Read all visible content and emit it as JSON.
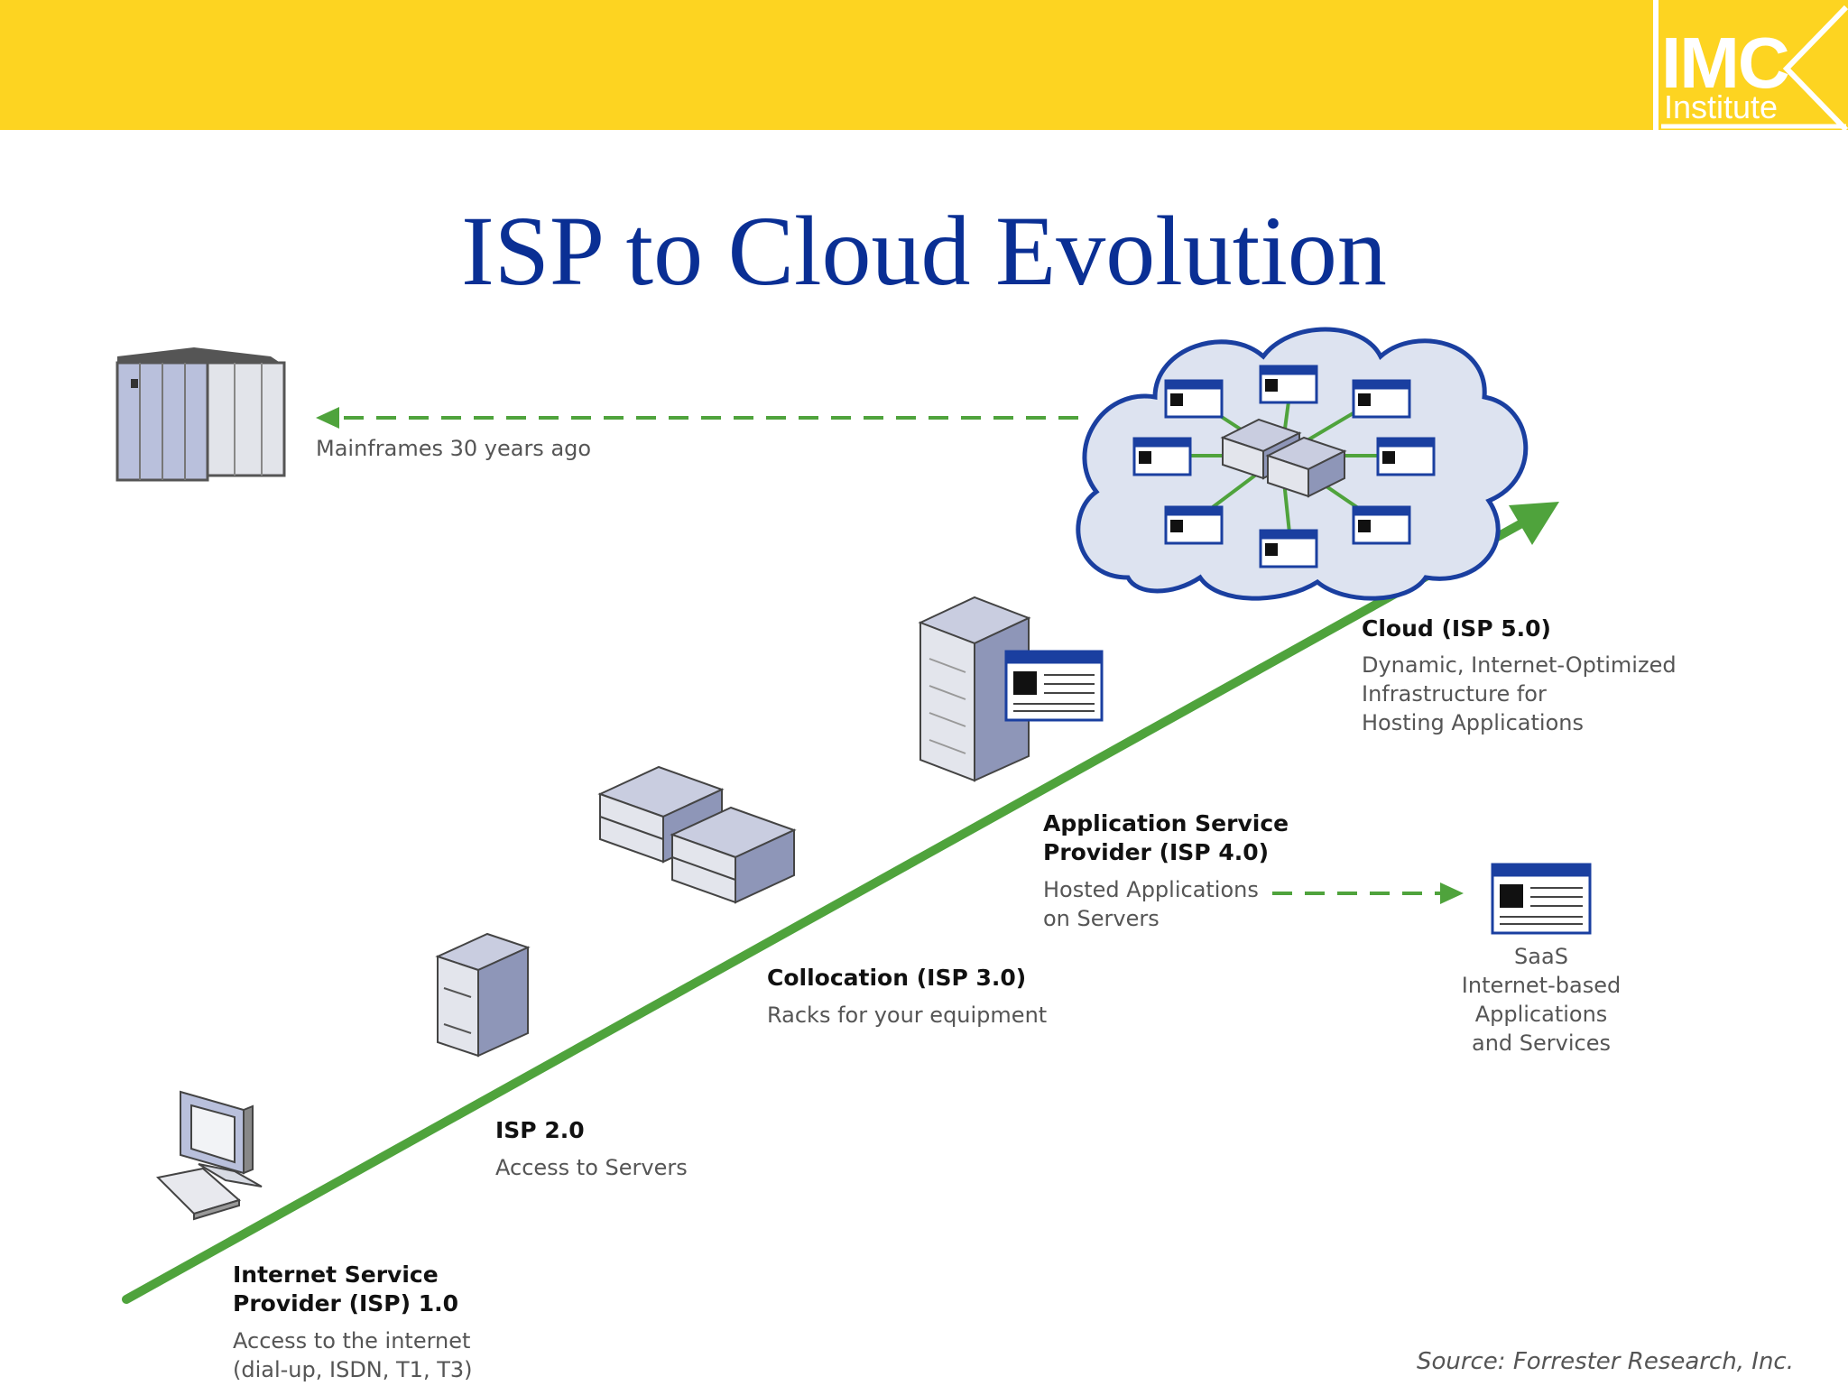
{
  "brand": {
    "logo_main": "IMC",
    "logo_sub": "Institute",
    "bar_color": "#fdd421",
    "title_color": "#0a2f94",
    "arrow_color": "#4fa33c"
  },
  "title": "ISP to Cloud Evolution",
  "mainframe": {
    "caption": "Mainframes 30 years ago"
  },
  "stages": [
    {
      "label_lines": [
        "Internet Service",
        "Provider (ISP) 1.0"
      ],
      "desc_lines": [
        "Access to the internet",
        "(dial-up, ISDN, T1, T3)"
      ]
    },
    {
      "label_lines": [
        "ISP 2.0"
      ],
      "desc_lines": [
        "Access to Servers"
      ]
    },
    {
      "label_lines": [
        "Collocation (ISP 3.0)"
      ],
      "desc_lines": [
        "Racks for your equipment"
      ]
    },
    {
      "label_lines": [
        "Application Service",
        "Provider (ISP 4.0)"
      ],
      "desc_lines": [
        "Hosted Applications",
        "on Servers"
      ]
    },
    {
      "label_lines": [
        "Cloud (ISP 5.0)"
      ],
      "desc_lines": [
        "Dynamic, Internet-Optimized",
        "Infrastructure for",
        "Hosting Applications"
      ]
    }
  ],
  "saas": {
    "lines": [
      "SaaS",
      "Internet-based",
      "Applications",
      "and Services"
    ]
  },
  "source": "Source:  Forrester Research, Inc."
}
